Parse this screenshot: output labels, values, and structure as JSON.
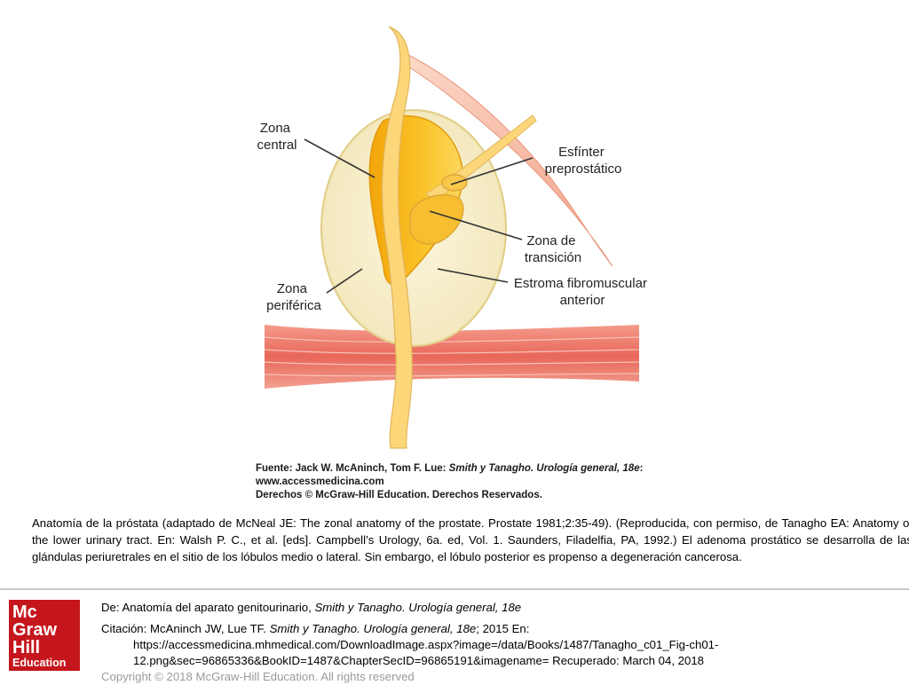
{
  "figure": {
    "labels": {
      "central": [
        "Zona",
        "central"
      ],
      "periferica": [
        "Zona",
        "periférica"
      ],
      "esfinter": [
        "Esfínter",
        "preprostático"
      ],
      "transicion": [
        "Zona de",
        "transición"
      ],
      "estroma": [
        "Estroma fibromuscular",
        "anterior"
      ]
    },
    "colors": {
      "capsule": "#f6edc6",
      "central_zone": "#f7b90f",
      "urethra": "#fbd77a",
      "muscle": "#ec6f62",
      "bladder_wall": "#f7c0aa"
    },
    "credit": {
      "line1_prefix": "Fuente: Jack W. McAninch, Tom F. Lue: ",
      "line1_title": "Smith y Tanagho. Urología general, 18e",
      "line1_suffix": ":",
      "line2": "www.accessmedicina.com",
      "line3": "Derechos © McGraw-Hill Education. Derechos Reservados."
    }
  },
  "caption": "Anatomía de la próstata (adaptado de McNeal JE: The zonal anatomy of the prostate. Prostate 1981;2:35-49). (Reproducida, con permiso, de Tanagho EA: Anatomy of the lower urinary tract. En: Walsh P. C., et al. [eds]. Campbell’s Urology, 6a. ed, Vol. 1. Saunders, Filadelfia, PA, 1992.) El adenoma prostático se desarrolla de las glándulas periuretrales en el sitio de los lóbulos medio o lateral. Sin embargo, el lóbulo posterior es propenso a degeneración cancerosa.",
  "logo": {
    "lines": [
      "Mc",
      "Graw",
      "Hill",
      "Education"
    ],
    "color": "#c4161c"
  },
  "source": {
    "de_label": "De: ",
    "de_text": "Anatomía del aparato genitourinario, ",
    "de_title": "Smith y Tanagho. Urología general, 18e",
    "citation_label": "Citación: ",
    "citation_authors": "McAninch JW, Lue TF",
    "citation_sep": ". ",
    "citation_title": "Smith y Tanagho. Urología general, 18e",
    "citation_rest": "; 2015 En:",
    "url_line1": "https://accessmedicina.mhmedical.com/DownloadImage.aspx?image=/data/Books/1487/Tanagho_c01_Fig-ch01-",
    "url_line2": "12.png&sec=96865336&BookID=1487&ChapterSecID=96865191&imagename= Recuperado: March 04, 2018",
    "copyright": "Copyright © 2018 McGraw-Hill Education. All rights reserved"
  }
}
